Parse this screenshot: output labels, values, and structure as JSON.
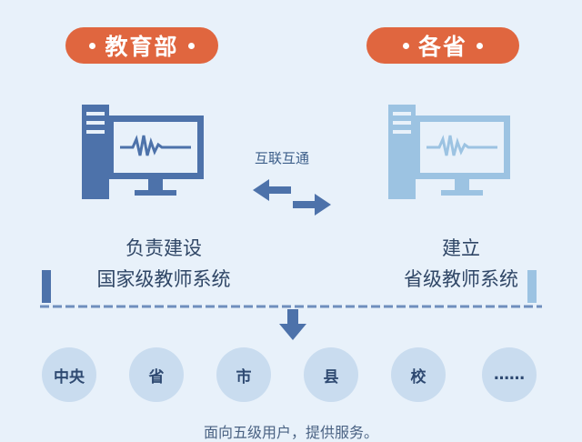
{
  "ministry": {
    "label": "教育部",
    "color": "#e0663f"
  },
  "provinces": {
    "label": "各省",
    "color": "#e0663f"
  },
  "exchange_label": "互联互通",
  "left_caption": [
    "负责建设",
    "国家级教师系统"
  ],
  "right_caption": [
    "建立",
    "省级教师系统"
  ],
  "levels": [
    "中央",
    "省",
    "市",
    "县",
    "校",
    "……"
  ],
  "footer": "面向五级用户，提供服务。",
  "colors": {
    "dark_blue": "#4d72aa",
    "light_blue": "#9cc3e2",
    "background": "#e8f1fa"
  }
}
